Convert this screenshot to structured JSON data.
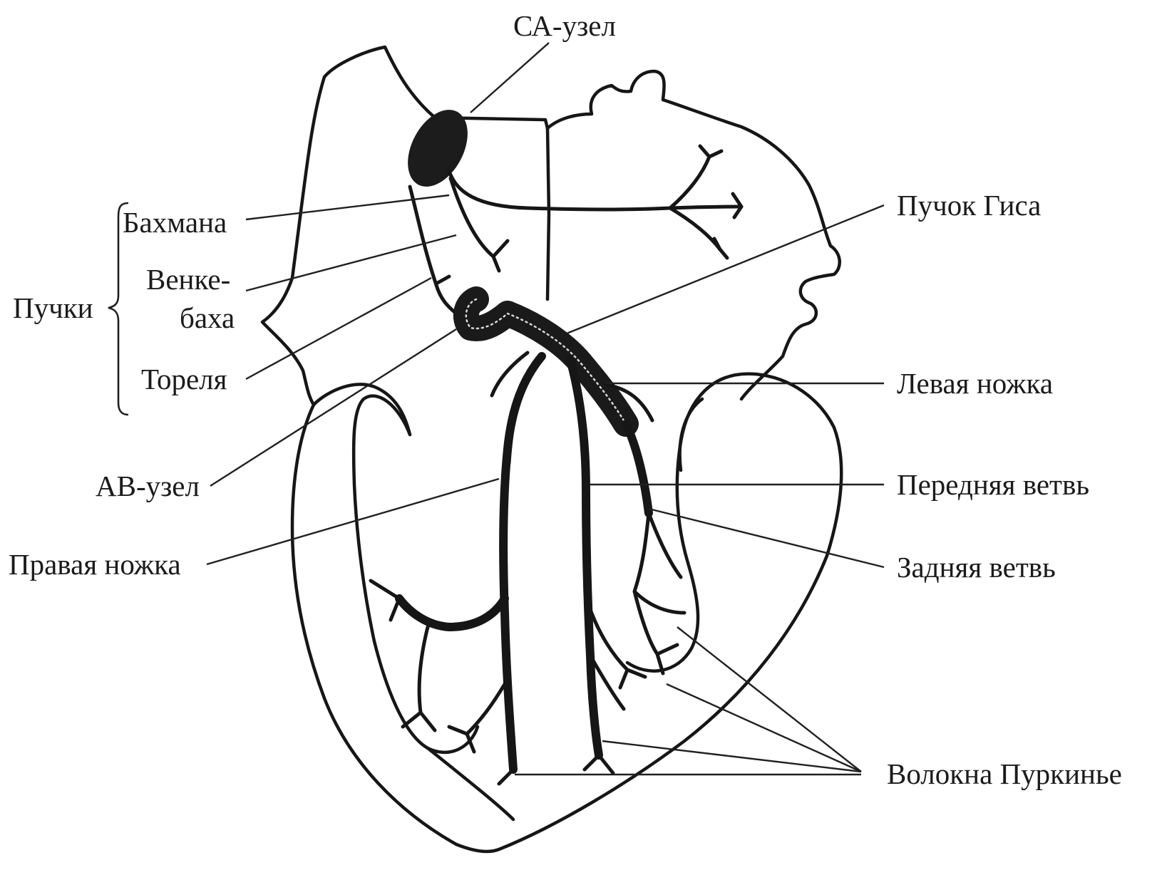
{
  "labels": {
    "sa_node": "СА-узел",
    "bachmann": "Бахмана",
    "wenckebach_1": "Венке-",
    "wenckebach_2": "баха",
    "bundles": "Пучки",
    "thorel": "Тореля",
    "av_node": "АВ-узел",
    "right_bundle_branch": "Правая ножка",
    "his_bundle": "Пучок Гиса",
    "left_bundle_branch": "Левая ножка",
    "anterior_fascicle": "Передняя ветвь",
    "posterior_fascicle": "Задняя ветвь",
    "purkinje_fibers": "Волокна Пуркинье"
  },
  "colors": {
    "ink": "#161616",
    "background": "#ffffff"
  }
}
